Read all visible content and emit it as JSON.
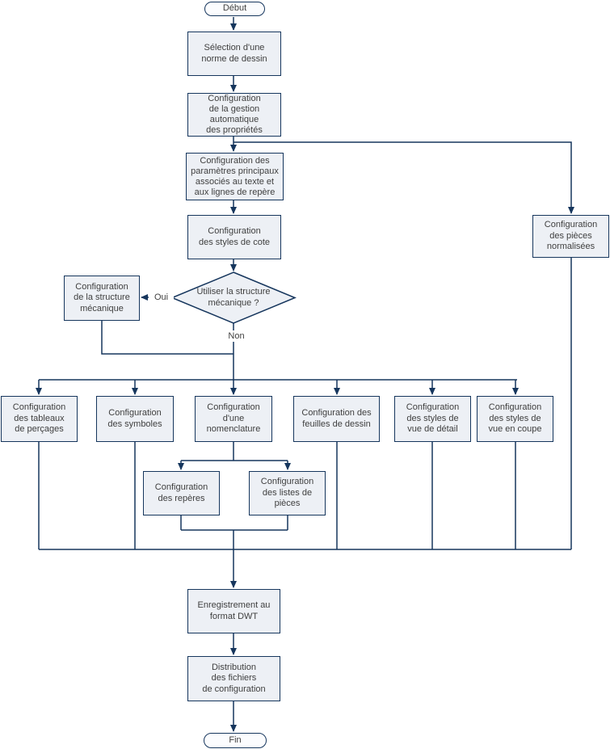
{
  "diagram": {
    "nodes": {
      "start": {
        "label": "Début"
      },
      "select_standard": {
        "label": "Sélection d'une\nnorme de dessin"
      },
      "auto_properties": {
        "label": "Configuration\nde la gestion\nautomatique\ndes propriétés"
      },
      "text_leader_params": {
        "label": "Configuration des\nparamètres principaux\nassociés au texte et\naux lignes de repère"
      },
      "dim_styles": {
        "label": "Configuration\ndes styles de cote"
      },
      "decision_structure": {
        "label": "Utiliser la structure\nmécanique ?"
      },
      "mech_structure": {
        "label": "Configuration\nde la structure\nmécanique"
      },
      "standard_parts": {
        "label": "Configuration\ndes pièces\nnormalisées"
      },
      "hole_charts": {
        "label": "Configuration\ndes tableaux\nde perçages"
      },
      "symbols": {
        "label": "Configuration\ndes symboles"
      },
      "bom": {
        "label": "Configuration\nd'une\nnomenclature"
      },
      "drawing_sheets": {
        "label": "Configuration des\nfeuilles de dessin"
      },
      "detail_view_styles": {
        "label": "Configuration\ndes styles de\nvue de détail"
      },
      "section_view_styles": {
        "label": "Configuration\ndes styles de\nvue en coupe"
      },
      "balloons": {
        "label": "Configuration\ndes repères"
      },
      "parts_lists": {
        "label": "Configuration\ndes listes de\npièces"
      },
      "save_dwt": {
        "label": "Enregistrement au\nformat DWT"
      },
      "distribute_files": {
        "label": "Distribution\ndes fichiers\nde configuration"
      },
      "end": {
        "label": "Fin"
      }
    },
    "edge_labels": {
      "yes": "Oui",
      "no": "Non"
    },
    "colors": {
      "connector": "#16365d",
      "node_border": "#16365d",
      "node_fill": "#edf0f5",
      "terminator_fill": "#fbfcfe",
      "text": "#3f3f3f",
      "background": "#ffffff"
    }
  }
}
